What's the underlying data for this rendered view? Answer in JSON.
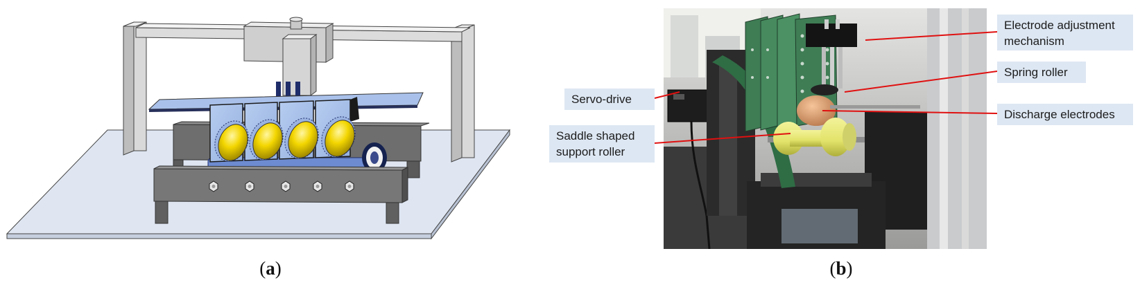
{
  "figure": {
    "panel_a": {
      "caption_letter": "a"
    },
    "panel_b": {
      "caption_letter": "b",
      "callouts": [
        {
          "id": "electrode-adjustment",
          "text_line1": "Electrode adjustment",
          "text_line2": "mechanism"
        },
        {
          "id": "spring-roller",
          "text_line1": "Spring roller"
        },
        {
          "id": "servo-drive",
          "text_line1": "Servo-drive"
        },
        {
          "id": "discharge-electrodes",
          "text_line1": "Discharge electrodes"
        },
        {
          "id": "saddle-roller",
          "text_line1": "Saddle shaped",
          "text_line2": "support roller"
        }
      ]
    }
  },
  "colors": {
    "frame_gray": "#d9d9d9",
    "base_plate": "#dfe6f2",
    "dark_gray": "#555555",
    "plate_blue": "#a9c1ea",
    "egg_yellow": "#f3d600",
    "callout_bg": "#dde7f3",
    "leader_red": "#e01010",
    "green_plate": "#3f7d55",
    "yellow_roller": "#e2e36a"
  }
}
